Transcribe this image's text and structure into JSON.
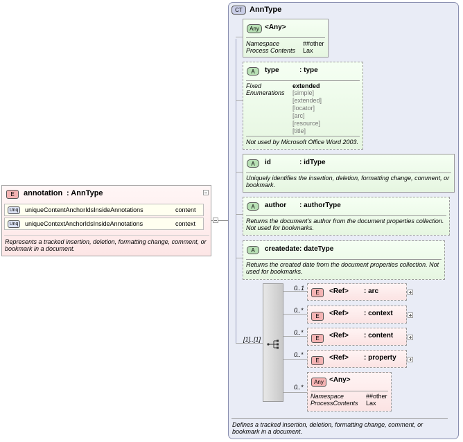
{
  "root_element": {
    "badge": "E",
    "name": "annotation",
    "type": ": AnnType",
    "constraints": [
      {
        "badge": "Unq",
        "name": "uniqueContentAnchorIdsInsideAnnotations",
        "field": "content"
      },
      {
        "badge": "Unq",
        "name": "uniqueContextAnchorIdsInsideAnnotations",
        "field": "context"
      }
    ],
    "doc": [
      "Represents a tracked insertion, deletion, formatting change, comment, or",
      "bookmark in a document."
    ]
  },
  "complex_type": {
    "badge": "CT",
    "name": "AnnType",
    "doc": [
      "Defines a tracked insertion, deletion, formatting change, comment, or",
      "bookmark in a document."
    ]
  },
  "any_attribute": {
    "badge": "Any",
    "name": "<Any>",
    "rows": [
      {
        "key": "Namespace",
        "value": "##other"
      },
      {
        "key": "Process Contents",
        "value": "Lax"
      }
    ]
  },
  "attributes": [
    {
      "badge": "A",
      "name": "type",
      "type": ": type",
      "fixed_label": "Fixed",
      "fixed_value": "extended",
      "enum_label": "Enumerations",
      "enums": [
        "[simple]",
        "[extended]",
        "[locator]",
        "[arc]",
        "[resource]",
        "[title]"
      ],
      "doc": [
        "Not used by Microsoft Office Word 2003."
      ]
    },
    {
      "badge": "A",
      "name": "id",
      "type": ": idType",
      "doc": [
        "Uniquely identifies the insertion, deletion, formatting change, comment, or",
        "bookmark."
      ]
    },
    {
      "badge": "A",
      "name": "author",
      "type": ": authorType",
      "doc": [
        "Returns the document's author from the document properties collection.",
        "Not used for bookmarks."
      ]
    },
    {
      "badge": "A",
      "name": "createdate",
      "type": ": dateType",
      "doc": [
        "Returns the created date from the document properties collection. Not",
        "used for bookmarks."
      ]
    }
  ],
  "sequence": {
    "cardinality": "[1]..[1]",
    "children": [
      {
        "badge": "E",
        "occurs": "0..1",
        "name": "<Ref>",
        "type": ": arc"
      },
      {
        "badge": "E",
        "occurs": "0..*",
        "name": "<Ref>",
        "type": ": context"
      },
      {
        "badge": "E",
        "occurs": "0..*",
        "name": "<Ref>",
        "type": ": content"
      },
      {
        "badge": "E",
        "occurs": "0..*",
        "name": "<Ref>",
        "type": ": property"
      }
    ],
    "any_element": {
      "badge": "Any",
      "occurs": "0..*",
      "name": "<Any>",
      "rows": [
        {
          "key": "Namespace",
          "value": "##other"
        },
        {
          "key": "ProcessContents",
          "value": "Lax"
        }
      ]
    }
  },
  "colors": {
    "complex_type_bg": "#e9ecf6",
    "element_badge": "#f4b3b3",
    "attribute_badge": "#b8e0b5",
    "attribute_box": "#eefaea",
    "element_box": "#fdeeee"
  }
}
